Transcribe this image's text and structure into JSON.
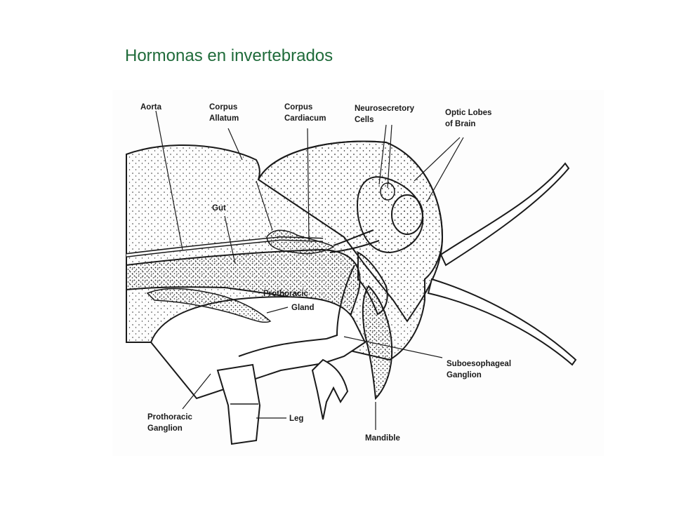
{
  "slide": {
    "title": "Hormonas en invertebrados"
  },
  "diagram": {
    "labels": {
      "aorta": "Aorta",
      "corpus_allatum_1": "Corpus",
      "corpus_allatum_2": "Allatum",
      "corpus_cardiacum_1": "Corpus",
      "corpus_cardiacum_2": "Cardiacum",
      "neurosecretory_1": "Neurosecretory",
      "neurosecretory_2": "Cells",
      "optic_lobes_1": "Optic Lobes",
      "optic_lobes_2": "of Brain",
      "gut": "Gut",
      "prothoracic_gland_1": "Prothoracic",
      "prothoracic_gland_2": "Gland",
      "subesophageal_1": "Suboesophageal",
      "subesophageal_2": "Ganglion",
      "prothoracic_ganglion_1": "Prothoracic",
      "prothoracic_ganglion_2": "Ganglion",
      "leg": "Leg",
      "mandible": "Mandible"
    },
    "colors": {
      "title": "#1f6b3a",
      "ink": "#1a1a1a"
    }
  }
}
